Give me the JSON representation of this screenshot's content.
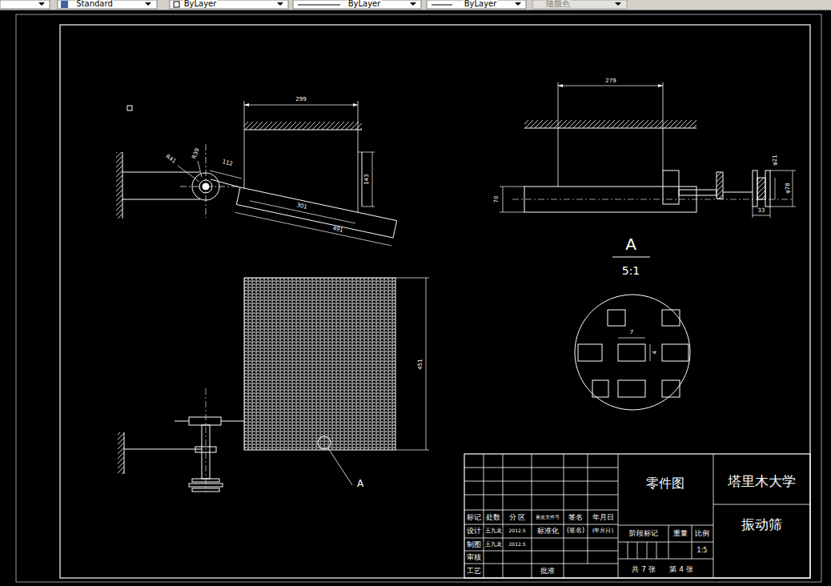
{
  "diagram": {
    "labels": [
      "Standard",
      "ByLayer",
      "ByLayer",
      "ByLayer",
      "随颜色",
      "299",
      "R41",
      "R39",
      "112",
      "143",
      "301",
      "491",
      "279",
      "70",
      "φ21",
      "φ78",
      "33",
      "A",
      "5:1",
      "7",
      "4",
      "451",
      "A",
      "零件图",
      "塔里木大学",
      "振动筛",
      "标记",
      "处数",
      "分 区",
      "更改文件号",
      "签名",
      "年月日",
      "设计",
      "王九龙",
      "2012.5",
      "标准化",
      "(签名)",
      "(年月日)",
      "阶段标记",
      "重量",
      "比例",
      "制图",
      "王九龙",
      "2012.5",
      "1:5",
      "审核",
      "工艺",
      "批准",
      "共 7 张",
      "第 4 张"
    ]
  }
}
